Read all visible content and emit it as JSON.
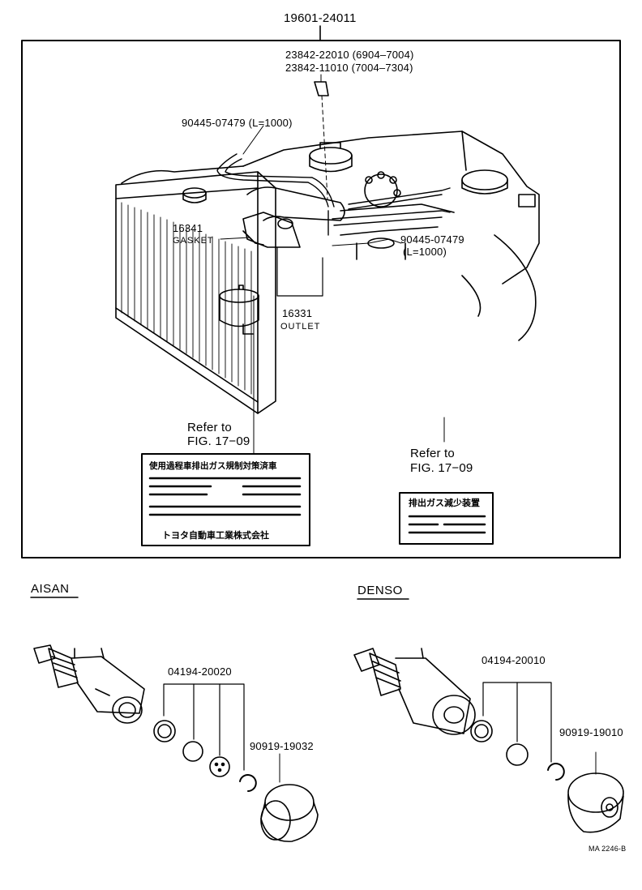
{
  "callouts": {
    "assembly": "19601-24011",
    "grommet_line1": "23842-22010 (6904–7004)",
    "grommet_line2": "23842-11010 (7004–7304)",
    "hose_top": "90445-07479 (L=1000)",
    "gasket_no": "16341",
    "gasket_name": "GASKET",
    "hose_right_no": "90445-07479",
    "hose_right_len": "(L=1000)",
    "outlet_no": "16331",
    "outlet_name": "OUTLET"
  },
  "refer_left": {
    "line1": "Refer to",
    "line2": "FIG. 17−09"
  },
  "refer_right": {
    "line1": "Refer to",
    "line2": "FIG. 17−09"
  },
  "plate_left": {
    "title": "使用過程車排出ガス規制対策済車",
    "maker": "トヨタ自動車工業株式会社"
  },
  "plate_right": {
    "title": "排出ガス減少装置"
  },
  "aisan": {
    "heading": "AISAN",
    "kit": "04194-20020",
    "cap": "90919-19032"
  },
  "denso": {
    "heading": "DENSO",
    "kit": "04194-20010",
    "cap": "90919-19010"
  },
  "ref_code": "MA 2246-B"
}
